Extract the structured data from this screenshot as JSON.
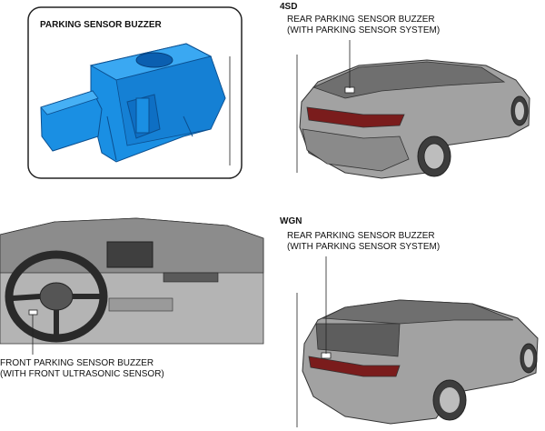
{
  "inset": {
    "title": "PARKING SENSOR BUZZER"
  },
  "sedan": {
    "variant": "4SD",
    "callout_line1": "REAR PARKING SENSOR BUZZER",
    "callout_line2": "(WITH PARKING SENSOR SYSTEM)"
  },
  "wagon": {
    "variant": "WGN",
    "callout_line1": "REAR PARKING SENSOR BUZZER",
    "callout_line2": "(WITH PARKING SENSOR SYSTEM)"
  },
  "dashboard": {
    "callout_line1": "FRONT PARKING SENSOR BUZZER",
    "callout_line2": "(WITH FRONT ULTRASONIC SENSOR)"
  },
  "colors": {
    "buzzer_body": "#1a8fe3",
    "buzzer_shadow": "#0b5fb0",
    "car_body": "#9a9a9a",
    "outline": "#222222"
  }
}
